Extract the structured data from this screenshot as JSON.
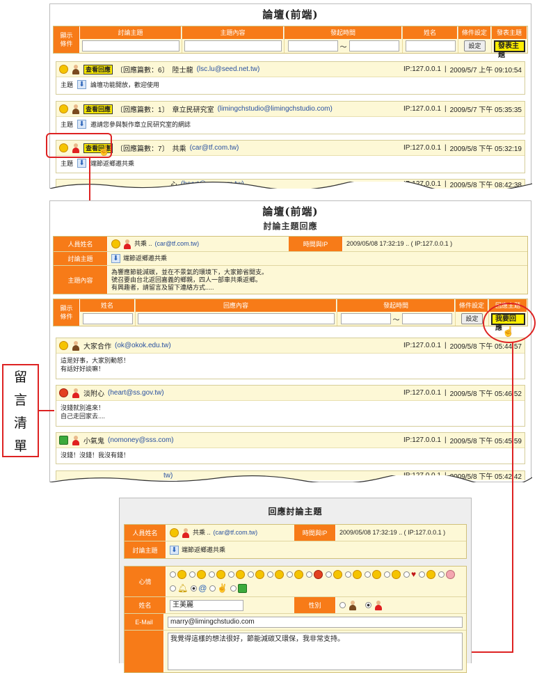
{
  "panel1": {
    "title": "論壇(前端)",
    "search": {
      "label": "顯示\n條件",
      "cols": [
        "討論主題",
        "主題內容",
        "發起時間",
        "姓名",
        "條件設定",
        "發表主題"
      ],
      "tilde": "～",
      "set_button": "設定",
      "post_button": "發表主題"
    },
    "posts": [
      {
        "view": "查看回應",
        "count": "〔回應篇數：6〕",
        "name": "陸士龍",
        "email": "(lsc.lu@seed.net.tw)",
        "ip": "IP:127.0.0.1",
        "sep": "|",
        "time": "2009/5/7 上午 09:10:54",
        "label": "主題",
        "subject": "論壇功能開放，歡迎使用"
      },
      {
        "view": "查看回應",
        "count": "〔回應篇數：1〕",
        "name": "章立民研究室",
        "email": "(limingchstudio@limingchstudio.com)",
        "ip": "IP:127.0.0.1",
        "sep": "|",
        "time": "2009/5/7 下午 05:35:35",
        "label": "主題",
        "subject": "邀請您參與製作章立民研究室的網誌"
      },
      {
        "view": "查看回應",
        "count": "〔回應篇數：7〕",
        "name": "共乘",
        "email": "(car@tf.com.tw)",
        "ip": "IP:127.0.0.1",
        "sep": "|",
        "time": "2009/5/8 下午 05:32:19",
        "label": "主題",
        "subject": "端節返鄉邀共乘"
      }
    ],
    "partial": {
      "name": "心",
      "email": "(heart@mm.com.tw)",
      "ip": "IP:127.0.0.1",
      "sep": "|",
      "time": "2009/5/8 下午 08:42:38"
    }
  },
  "panel2": {
    "title": "論壇(前端)",
    "subtitle": "討論主題回應",
    "info": {
      "name_label": "人員姓名",
      "name": "共乘 ..",
      "email": "(car@tf.com.tw)",
      "time_label": "時間與IP",
      "time": "2009/05/08 17:32:19 .. ( IP:127.0.0.1 )",
      "subject_label": "討論主題",
      "subject": "端節返鄉邀共乘",
      "content_label": "主題內容",
      "content": [
        "為響應節能減碳，並在不景氣的環境下，大家節省開支。",
        "號召要由台北返回嘉義的鄉親，四人一部車共乘返鄉。",
        "有興趣者，請留言及留下連絡方式....."
      ]
    },
    "search": {
      "label": "顯示\n條件",
      "cols": [
        "姓名",
        "回應內容",
        "發起時間",
        "條件設定",
        "回應主題"
      ],
      "tilde": "～",
      "set_button": "設定",
      "reply_button": "我要回應"
    },
    "replies": [
      {
        "name": "大家合作",
        "email": "(ok@okok.edu.tw)",
        "ip": "IP:127.0.0.1",
        "sep": "|",
        "time": "2009/5/8 下午 05:44:57",
        "lines": [
          "這是好事，大家別動怒！",
          "有話好好談嘛！"
        ]
      },
      {
        "name": "淡附心",
        "email": "(heart@ss.gov.tw)",
        "ip": "IP:127.0.0.1",
        "sep": "|",
        "time": "2009/5/8 下午 05:46:52",
        "lines": [
          "沒錢就別進來！",
          "自己走回家去...."
        ]
      },
      {
        "name": "小氣鬼",
        "email": "(nomoney@sss.com)",
        "ip": "IP:127.0.0.1",
        "sep": "|",
        "time": "2009/5/8 下午 05:45:59",
        "lines": [
          "沒錢！沒錢！我沒有錢！"
        ]
      }
    ],
    "partial": {
      "email": "tw)",
      "ip": "IP:127.0.0.1",
      "sep": "|",
      "time": "2009/5/8 下午 05:42:42"
    }
  },
  "side_label": [
    "留",
    "言",
    "清",
    "單"
  ],
  "panel3": {
    "title": "回應討論主題",
    "name_label": "人員姓名",
    "name": "共乘 ..",
    "email": "(car@tf.com.tw)",
    "time_label": "時間與IP",
    "time": "2009/05/08 17:32:19 .. ( IP:127.0.0.1 )",
    "subject_label": "討論主題",
    "subject": "端節返鄉邀共乘",
    "mood_label": "心情",
    "gender_label": "性別",
    "fname_label": "姓名",
    "fname": "王美麗",
    "email_label": "E-Mail",
    "fmail": "marry@limingchstudio.com",
    "message": "我覺得這樣的想法很好，節能減碳又環保，我非常支持。"
  },
  "colors": {
    "accent": "#f77b18",
    "cream": "#fdf8d6",
    "highlight": "#ffee00",
    "callout": "#dd2222",
    "link": "#2850a0"
  }
}
